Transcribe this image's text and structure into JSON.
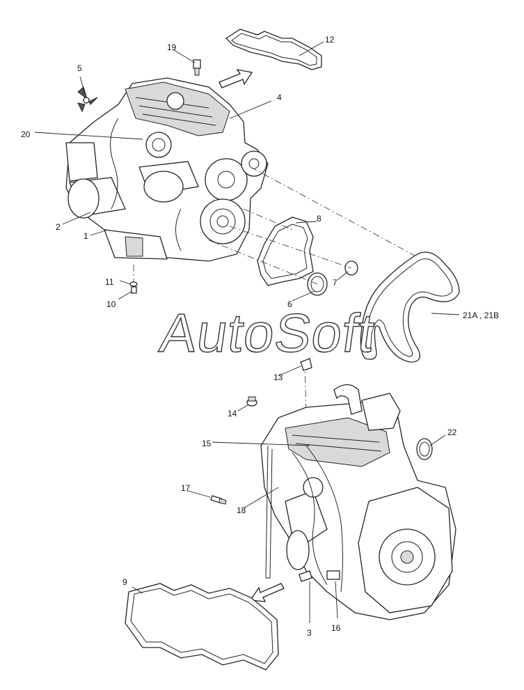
{
  "watermark": "AutoSoft",
  "callouts": {
    "c1": "1",
    "c2": "2",
    "c3": "3",
    "c4": "4",
    "c5": "5",
    "c6": "6",
    "c7": "7",
    "c8": "8",
    "c9": "9",
    "c10": "10",
    "c11": "11",
    "c12": "12",
    "c13": "13",
    "c14": "14",
    "c15": "15",
    "c16": "16",
    "c17": "17",
    "c18": "18",
    "c19": "19",
    "c20": "20",
    "c21": "21A , 21B",
    "c22": "22"
  },
  "colors": {
    "line": "#222222",
    "background": "#ffffff",
    "shade": "#d9d9d9"
  }
}
